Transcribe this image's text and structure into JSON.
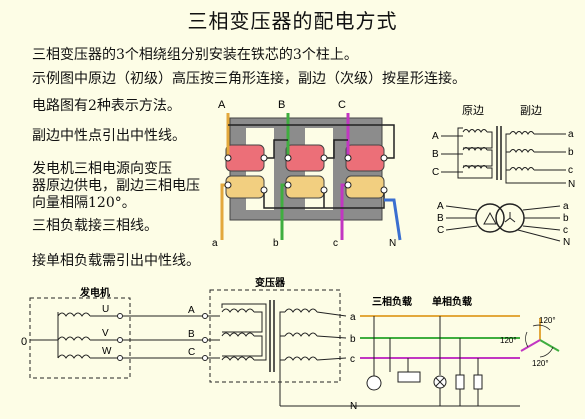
{
  "title": "三相变压器的配电方式",
  "lines": [
    "三相变压器的3个相绕组分别安装在铁芯的3个柱上。",
    "示例图中原边（初级）高压按三角形连接，副边（次级）按星形连接。",
    "电路图有2种表示方法。",
    "副边中性点引出中性线。",
    "发电机三相电源向变压",
    "器原边供电，副边三相电压",
    "向量相隔120°。",
    "三相负载接三相线。",
    "接单相负载需引出中性线。"
  ],
  "core_diagram": {
    "top_labels": [
      "A",
      "B",
      "C"
    ],
    "bottom_labels": [
      "a",
      "b",
      "c",
      "N"
    ],
    "colors": {
      "phase_a": "#e3a83c",
      "phase_b": "#3fae3f",
      "phase_c": "#c236c2",
      "neutral": "#3b6fd0",
      "primary_coil": "#ec6f78",
      "secondary_coil": "#f2cf80",
      "core": "#888888"
    }
  },
  "schematic": {
    "primary_label": "原边",
    "secondary_label": "副边",
    "primary_terminals": [
      "A",
      "B",
      "C"
    ],
    "secondary_terminals": [
      "a",
      "b",
      "c",
      "N"
    ]
  },
  "symbol": {
    "inputs": [
      "A",
      "B",
      "C"
    ],
    "outputs": [
      "a",
      "b",
      "c",
      "N"
    ]
  },
  "system": {
    "generator_label": "发电机",
    "generator_phases": [
      "U",
      "V",
      "W"
    ],
    "generator_neutral": "0",
    "transformer_label": "变压器",
    "transformer_terminals": [
      "A",
      "B",
      "C"
    ],
    "secondary_terminals": [
      "a",
      "b",
      "c"
    ],
    "neutral_label": "N",
    "three_phase_load_label": "三相负载",
    "single_phase_load_label": "单相负载",
    "phasor_angles": [
      "120°",
      "120°",
      "120°"
    ]
  }
}
